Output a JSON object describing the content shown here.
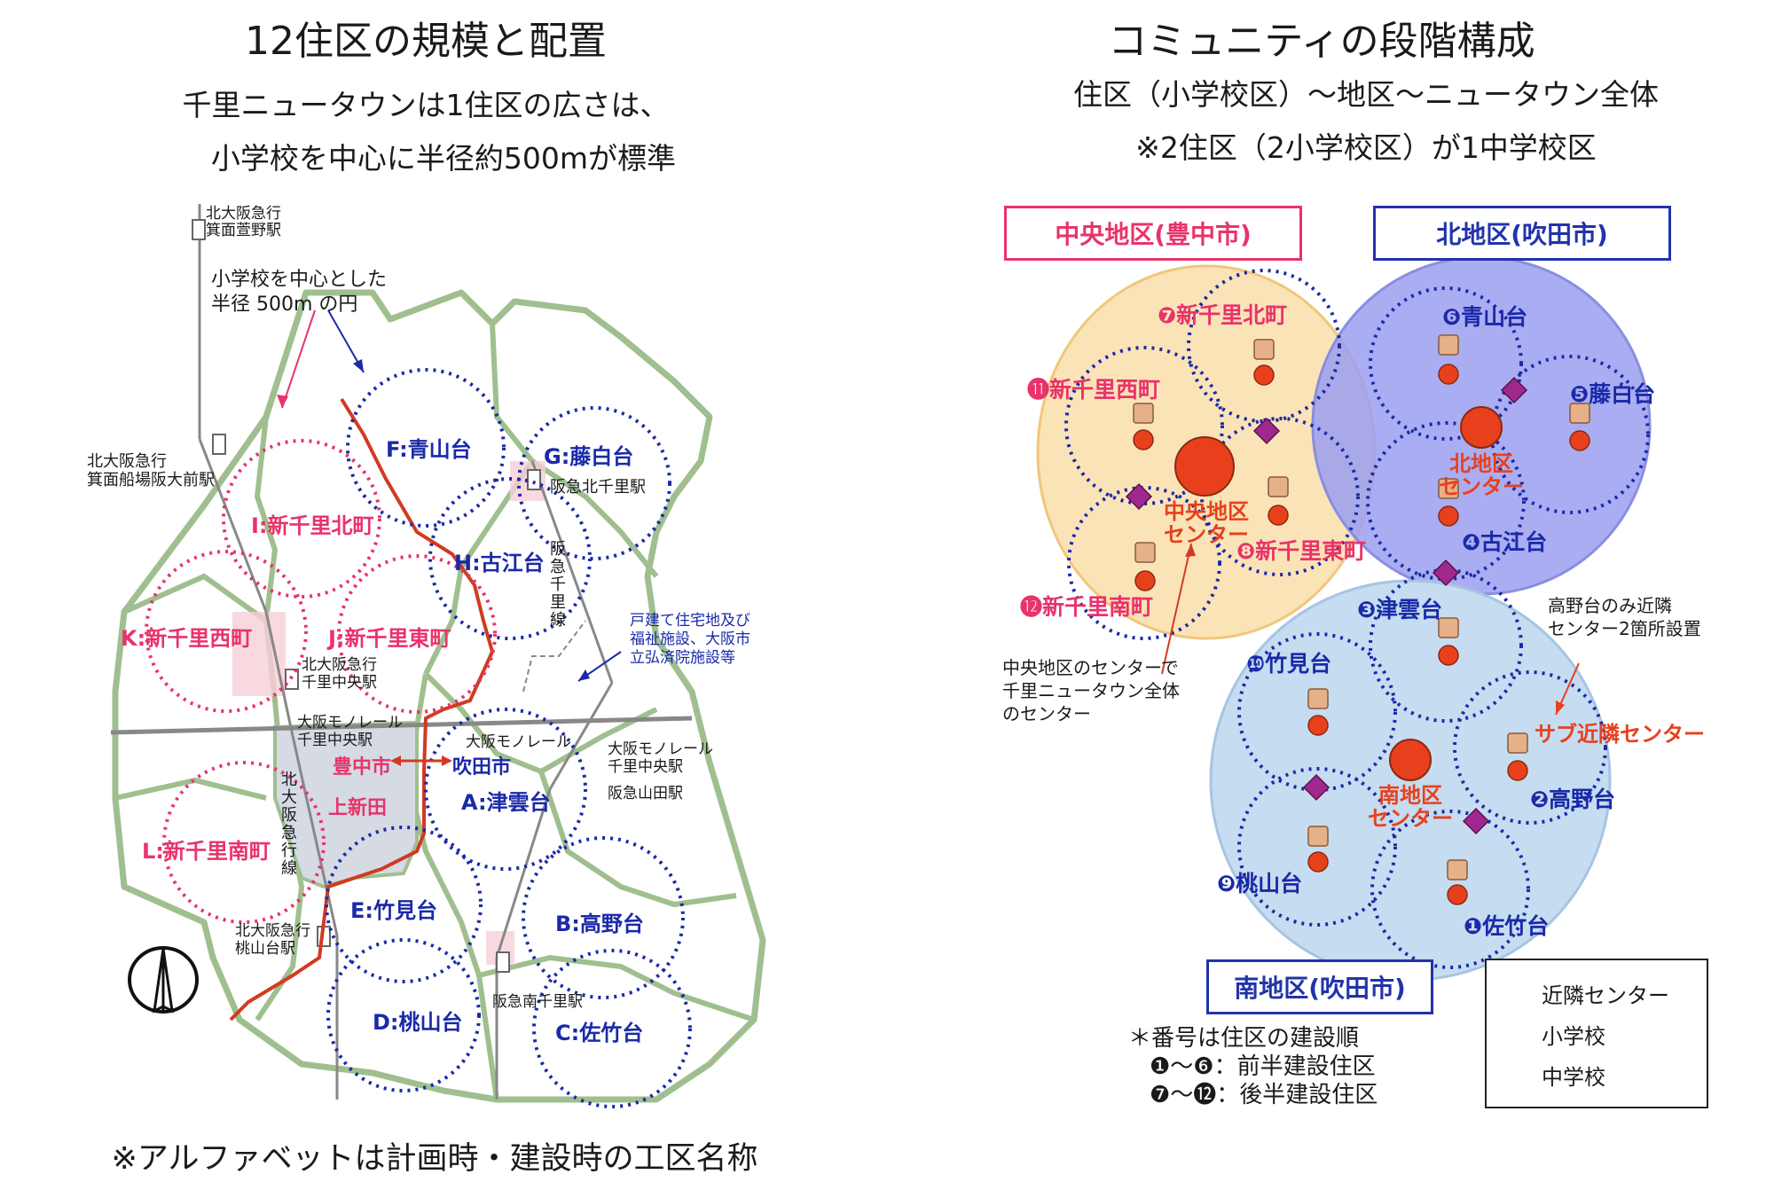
{
  "left": {
    "title": "12住区の規模と配置",
    "subtitle_line1": "千里ニュータウンは1住区の広さは、",
    "subtitle_line2": "小学校を中心に半径約500mが標準",
    "footnote": "※アルファベットは計画時・建設時の工区名称",
    "callout_circle": [
      "小学校を中心とした",
      "半径 500m の円"
    ],
    "callout_housing": [
      "戸建て住宅地及び",
      "福祉施設、大阪市",
      "立弘済院施設等"
    ],
    "districts": [
      {
        "label": "F:青山台",
        "color": "blue"
      },
      {
        "label": "G:藤白台",
        "color": "blue"
      },
      {
        "label": "I:新千里北町",
        "color": "red"
      },
      {
        "label": "H:古江台",
        "color": "blue"
      },
      {
        "label": "K:新千里西町",
        "color": "red"
      },
      {
        "label": "J:新千里東町",
        "color": "red"
      },
      {
        "label": "A:津雲台",
        "color": "blue"
      },
      {
        "label": "L:新千里南町",
        "color": "red"
      },
      {
        "label": "E:竹見台",
        "color": "blue"
      },
      {
        "label": "B:高野台",
        "color": "blue"
      },
      {
        "label": "D:桃山台",
        "color": "blue"
      },
      {
        "label": "C:佐竹台",
        "color": "blue"
      }
    ],
    "stations": {
      "minoh_kayano": [
        "北大阪急行",
        "箕面萱野駅"
      ],
      "funaba": [
        "北大阪急行",
        "箕面船場阪大前駅"
      ],
      "kita_senri": "阪急北千里駅",
      "senri_chuo_kitakyu": [
        "北大阪急行",
        "千里中央駅"
      ],
      "monorail_left": [
        "大阪モノレール",
        "千里中央駅"
      ],
      "monorail_mid": "大阪モノレール",
      "monorail_right": [
        "大阪モノレール",
        "千里中央駅"
      ],
      "yamada": "阪急山田駅",
      "momoyamadai": [
        "北大阪急行",
        "桃山台駅"
      ],
      "minami_senri": "阪急南千里駅"
    },
    "lines": {
      "hankyu_senri": "阪急千里線",
      "kitakyu": "北大阪急行線"
    },
    "boundary": {
      "toyonaka": "豊中市",
      "suita": "吹田市",
      "kamishinden": "上新田"
    }
  },
  "right": {
    "title": "コミュニティの段階構成",
    "subtitle_line1": "住区（小学校区）〜地区〜ニュータウン全体",
    "subtitle_line2": "※2住区（2小学校区）が1中学校区",
    "district_central": "中央地区(豊中市)",
    "district_north": "北地区(吹田市)",
    "district_south": "南地区(吹田市)",
    "center_central": [
      "中央地区",
      "センター"
    ],
    "center_north": [
      "北地区",
      "センター"
    ],
    "center_south": [
      "南地区",
      "センター"
    ],
    "callout_central": [
      "中央地区のセンターで",
      "千里ニュータウン全体",
      "のセンター"
    ],
    "callout_takanodai": [
      "高野台のみ近隣",
      "センター2箇所設置"
    ],
    "sub_center": "サブ近隣センター",
    "neighborhoods": [
      {
        "num": "❼",
        "name": "新千里北町",
        "color": "#e8336b"
      },
      {
        "num": "⓫",
        "name": "新千里西町",
        "color": "#e8336b"
      },
      {
        "num": "❽",
        "name": "新千里東町",
        "color": "#e8336b"
      },
      {
        "num": "⓬",
        "name": "新千里南町",
        "color": "#e8336b"
      },
      {
        "num": "❻",
        "name": "青山台",
        "color": "#2233aa"
      },
      {
        "num": "❺",
        "name": "藤白台",
        "color": "#2233aa"
      },
      {
        "num": "❹",
        "name": "古江台",
        "color": "#2233aa"
      },
      {
        "num": "❸",
        "name": "津雲台",
        "color": "#2233aa"
      },
      {
        "num": "❿",
        "name": "竹見台",
        "color": "#2233aa"
      },
      {
        "num": "❷",
        "name": "高野台",
        "color": "#2233aa"
      },
      {
        "num": "❾",
        "name": "桃山台",
        "color": "#2233aa"
      },
      {
        "num": "❶",
        "name": "佐竹台",
        "color": "#2233aa"
      }
    ],
    "numbering_note": {
      "line1": "＊番号は住区の建設順",
      "line2": "❶〜❻：前半建設住区",
      "line3": "❼〜⓬：後半建設住区"
    },
    "legend": [
      {
        "label": "近隣センター",
        "symbol": "circle",
        "color": "#e8401c"
      },
      {
        "label": "小学校",
        "symbol": "square",
        "color": "#e6b088"
      },
      {
        "label": "中学校",
        "symbol": "diamond",
        "color": "#a0288c"
      }
    ]
  },
  "colors": {
    "red_text": "#e8336b",
    "blue_text": "#1a2aa8",
    "orange_text": "#e8401c",
    "central_fill": "#fbe3b8",
    "north_fill": "#9b9ff0",
    "south_fill": "#c6dcf0"
  }
}
